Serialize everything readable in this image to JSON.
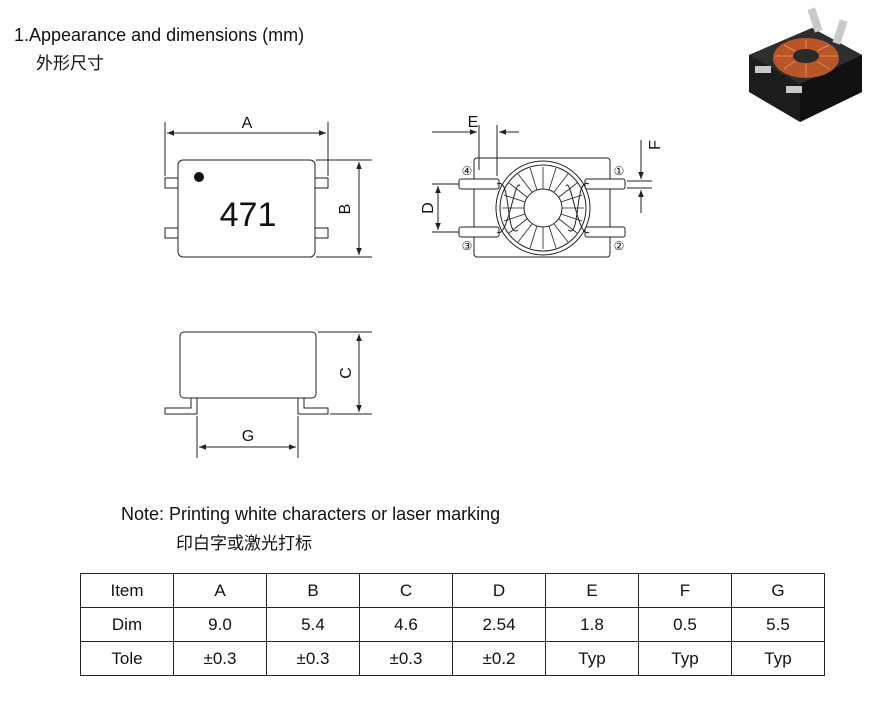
{
  "heading": {
    "title_en": "1.Appearance and dimensions (mm)",
    "title_zh": "外形尺寸"
  },
  "drawing": {
    "marking": "471",
    "dim_labels": {
      "A": "A",
      "B": "B",
      "C": "C",
      "D": "D",
      "E": "E",
      "F": "F",
      "G": "G"
    },
    "pins": [
      "①",
      "②",
      "③",
      "④"
    ]
  },
  "note": {
    "en": "Note: Printing white characters or laser marking",
    "zh": "印白字或激光打标"
  },
  "table": {
    "rows": [
      [
        "Item",
        "A",
        "B",
        "C",
        "D",
        "E",
        "F",
        "G"
      ],
      [
        "Dim",
        "9.0",
        "5.4",
        "4.6",
        "2.54",
        "1.8",
        "0.5",
        "5.5"
      ],
      [
        "Tole",
        "±0.3",
        "±0.3",
        "±0.3",
        "±0.2",
        "Typ",
        "Typ",
        "Typ"
      ]
    ]
  },
  "colors": {
    "line": "#222222",
    "copper": "#b8562a",
    "body_dark": "#1c1c1c",
    "pin_metal": "#c9c9c9"
  }
}
